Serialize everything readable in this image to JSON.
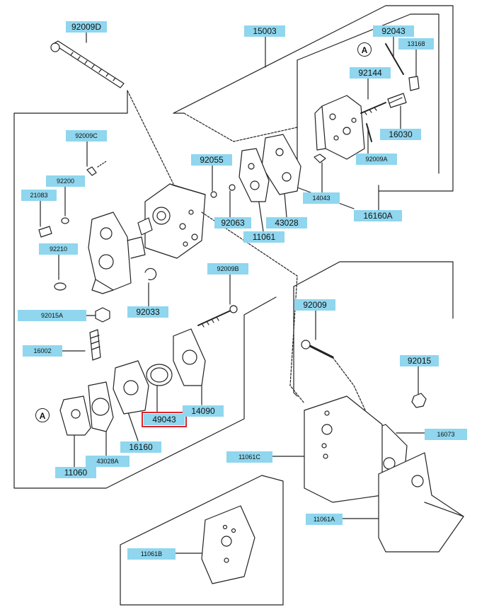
{
  "labels": {
    "p92009D": "92009D",
    "p15003": "15003",
    "p92043": "92043",
    "p13168": "13168",
    "p92144": "92144",
    "p16030": "16030",
    "p92009A": "92009A",
    "p14043": "14043",
    "p16160A": "16160A",
    "p92009C": "92009C",
    "p92055": "92055",
    "p92200": "92200",
    "p21083": "21083",
    "p92063": "92063",
    "p43028": "43028",
    "p11061": "11061",
    "p92210": "92210",
    "p92009B": "92009B",
    "p92033": "92033",
    "p92015A": "92015A",
    "p92009": "92009",
    "p16002": "16002",
    "p92015": "92015",
    "p16073": "16073",
    "p49043": "49043",
    "p14090": "14090",
    "p16160": "16160",
    "p43028A": "43028A",
    "p11060": "11060",
    "p11061C": "11061C",
    "p11061A": "11061A",
    "p11061B": "11061B"
  },
  "callouts": {
    "a_top": "A",
    "a_bottom": "A"
  },
  "colors": {
    "label_bg": "#8fd6ee",
    "highlight_border": "#e0232b",
    "line": "#222222"
  }
}
